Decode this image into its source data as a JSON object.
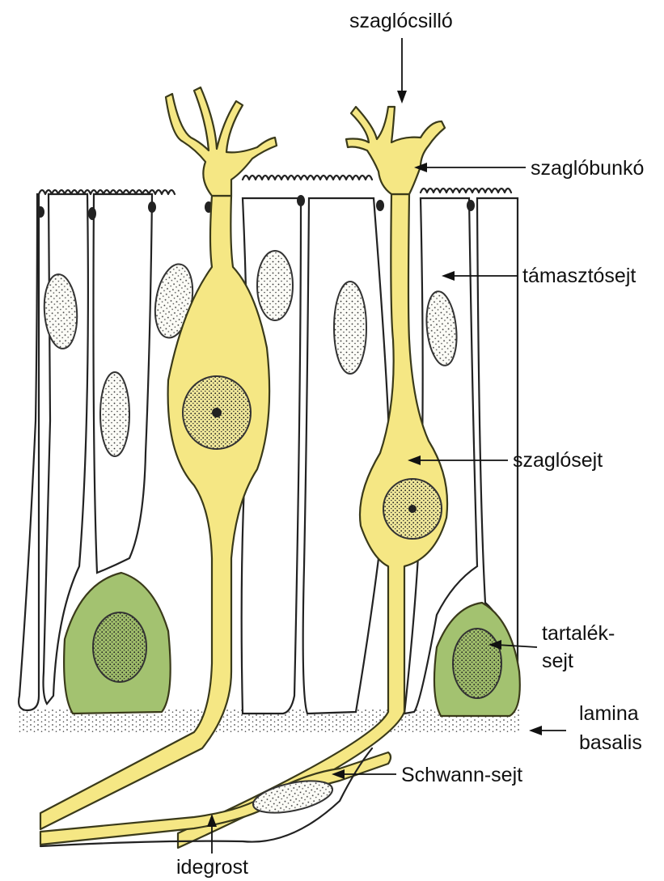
{
  "labels": {
    "cilia": "szaglócsilló",
    "knob": "szaglóbunkó",
    "supporting_cell": "támasztósejt",
    "olfactory_cell": "szaglósejt",
    "reserve_cell_line1": "tartalék-",
    "reserve_cell_line2": "sejt",
    "basal_lamina_line1": "lamina",
    "basal_lamina_line2": "basalis",
    "schwann_cell": "Schwann-sejt",
    "nerve_fiber": "idegrost"
  },
  "colors": {
    "olfactory_cell": "#f5e784",
    "reserve_cell": "#a3c270",
    "nucleus_dots": "#333333",
    "outline": "#222222",
    "background": "#ffffff"
  }
}
